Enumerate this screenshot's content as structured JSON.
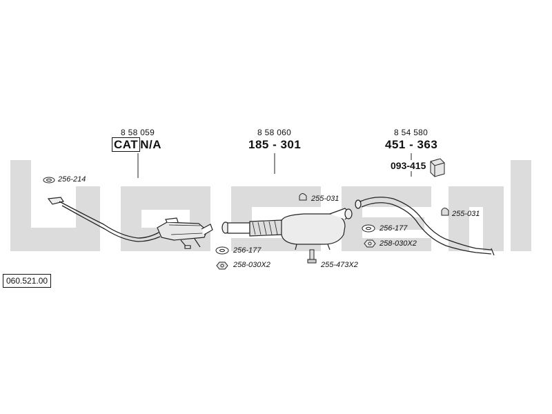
{
  "reference_number": "060.521.00",
  "colors": {
    "watermark": "#d9d9d9",
    "line": "#222222",
    "part_fill": "#e6e6e6"
  },
  "sections": [
    {
      "code": "8 58 059",
      "cat_label": "CAT",
      "part_number": "N/A"
    },
    {
      "code": "8 58 060",
      "part_number": "185 - 301"
    },
    {
      "code": "8 54 580",
      "part_number": "451 - 363",
      "sub_part_number": "093-415"
    }
  ],
  "callouts": {
    "gasket_front": "256-214",
    "hanger_center": "255-031",
    "hanger_rear": "255-031",
    "gasket_mid": "256-177",
    "nut_mid": "258-030X2",
    "gasket_rear": "256-177",
    "nut_rear": "258-030X2",
    "mount_bolts": "255-473X2"
  }
}
